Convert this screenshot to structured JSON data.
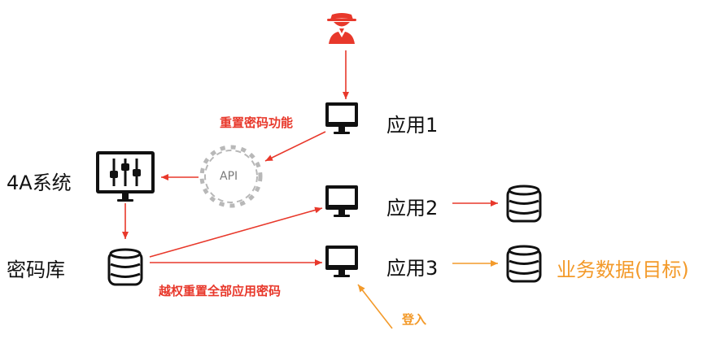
{
  "labels": {
    "reset_function": "重置密码功能",
    "app1": "应用1",
    "app2": "应用2",
    "app3": "应用3",
    "system_4a": "4A系统",
    "password_db": "密码库",
    "api": "API",
    "privilege_reset": "越权重置全部应用密码",
    "business_data": "业务数据(目标)",
    "login": "登入"
  },
  "colors": {
    "attack_red": "#e8382b",
    "target_orange": "#f39a2a",
    "icon_black": "#111111",
    "gear_gray": "#b8b8b8"
  },
  "icons": [
    "hacker-icon",
    "monitor-icon",
    "control-panel-icon",
    "database-icon",
    "gear-icon"
  ]
}
